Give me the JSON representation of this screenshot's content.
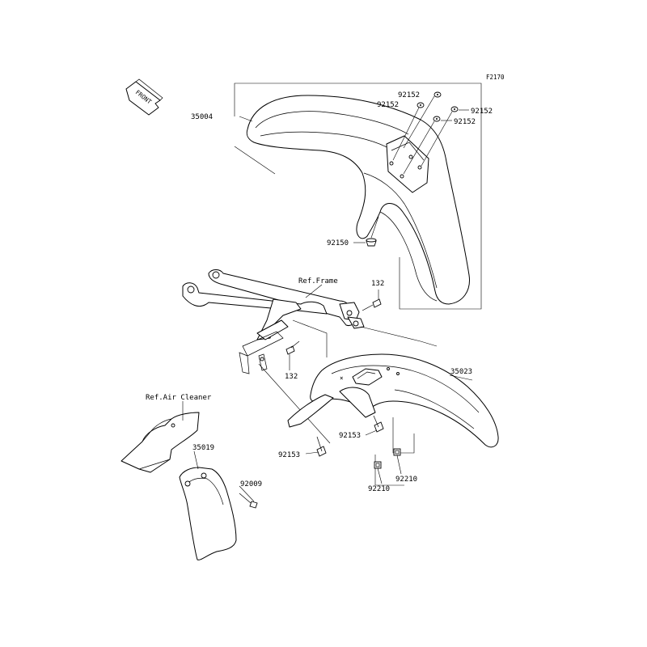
{
  "figure_code": "F2170",
  "front_badge": "FRONT",
  "labels": {
    "front_fender": "35004",
    "rear_fender": "35023",
    "mud_flap": "35019",
    "washer_a": "92152",
    "washer_b": "92152",
    "washer_c": "92152",
    "washer_d": "92152",
    "collar": "92150",
    "bolt_upper": "132",
    "bolt_lower": "132",
    "bolt_92153_left": "92153",
    "bolt_92153_right": "92153",
    "nut_92210_left": "92210",
    "nut_92210_right": "92210",
    "screw_92009": "92009"
  },
  "refs": {
    "frame": "Ref.Frame",
    "air_cleaner": "Ref.Air Cleaner"
  }
}
